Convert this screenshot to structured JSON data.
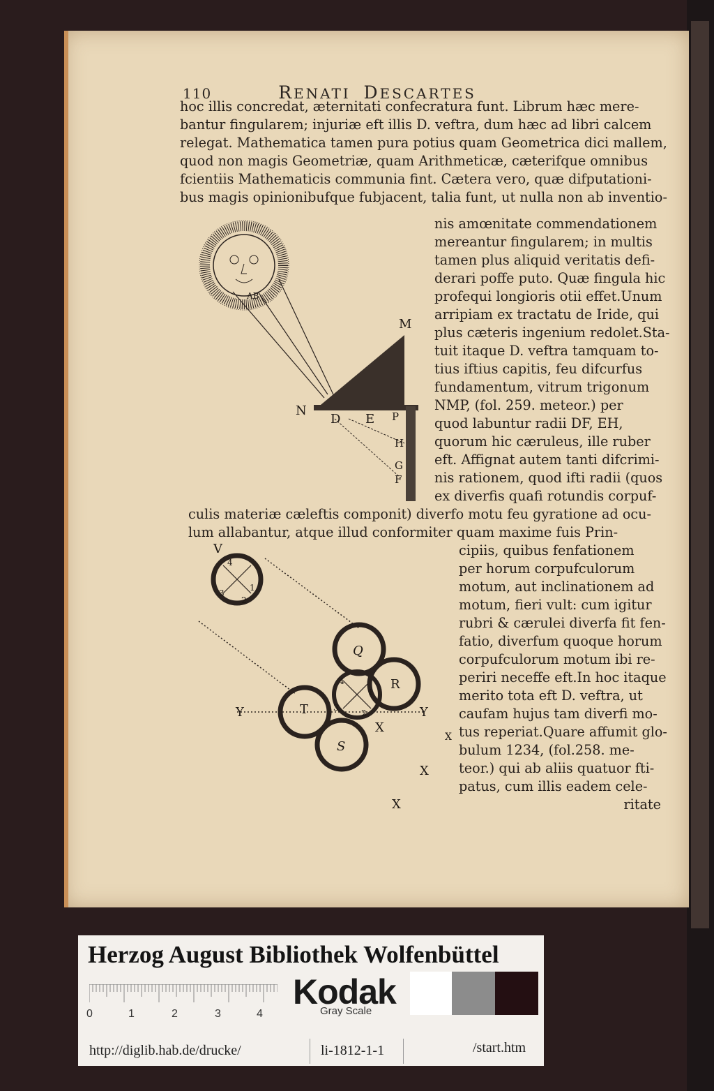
{
  "running_head": {
    "page_number": "110",
    "author_r": "R",
    "author_rest": "ENATI",
    "author_d": "D",
    "author_rest2": "ESCARTES"
  },
  "lines_full_top": [
    "hoc illis concredat, æternitati confecratura funt. Librum hæc mere-",
    "bantur fingularem; injuriæ eft illis D. veftra, dum hæc ad libri calcem",
    "relegat. Mathematica tamen pura potius quam Geometrica dici mallem,",
    "quod non magis Geometriæ, quam Arithmeticæ, cæterifque omnibus",
    "fcientiis Mathematicis communia fint. Cætera vero, quæ difputationi-",
    "bus magis opinionibufque fubjacent, talia funt, ut nulla non ab inventio-"
  ],
  "lines_col1": [
    "nis amœnitate commendationem",
    "mereantur fingularem; in multis",
    "tamen plus aliquid veritatis defi-",
    "derari poffe puto. Quæ fingula hic",
    "profequi longioris otii effet.Unum",
    "arripiam ex tractatu de Iride, qui",
    "plus cæteris ingenium redolet.Sta-",
    "tuit itaque D. veftra tamquam to-",
    "tius iftius capitis, feu difcurfus",
    "fundamentum, vitrum trigonum",
    "NMP, (fol. 259. meteor.) per",
    "quod labuntur radii DF, EH,",
    "quorum hic cæruleus, ille ruber",
    "eft. Affignat autem tanti difcrimi-",
    "nis rationem, quod ifti radii (quos",
    "ex diverfis quafi rotundis corpuf-"
  ],
  "lines_full_mid": [
    "culis materiæ cæleftis componit) diverfo motu feu gyratione ad ocu-",
    "lum allabantur, atque illud conformiter quam maxime fuis Prin-"
  ],
  "lines_col2": [
    "cipiis, quibus fenfationem",
    "per horum corpufculorum",
    "motum, aut inclinationem ad",
    "motum, fieri vult: cum igitur",
    "rubri & cærulei diverfa fit fen-",
    "fatio, diverfum quoque horum",
    "corpufculorum motum ibi re-",
    "periri neceffe eft.In hoc itaque",
    "merito tota eft D. veftra, ut",
    "caufam hujus tam diverfi mo-",
    "tus reperiat.Quare affumit glo-",
    "bulum 1234, (fol.258. me-",
    "teor.) qui ab aliis quatuor fti-",
    "patus, cum illis eadem cele-",
    "ritate"
  ],
  "fig1_labels": {
    "m": "M",
    "n": "N",
    "d": "D",
    "e": "E",
    "p": "P",
    "h": "H",
    "g": "G",
    "f": "F",
    "ab": "AB"
  },
  "fig2_labels": {
    "v": "V",
    "q": "Q",
    "r": "R",
    "t": "T",
    "s": "S",
    "y1": "Y",
    "y2": "Y",
    "x1": "X",
    "x2": "X",
    "x3": "X",
    "x4": "X",
    "n1": "1",
    "n2": "2",
    "n3": "3",
    "n4": "4",
    "m1": "1",
    "m2": "2",
    "m3": "3",
    "m4": "4"
  },
  "target": {
    "title": "Herzog August Bibliothek Wolfenbüttel",
    "brand": "Kodak",
    "gray_scale_label": "Gray Scale",
    "ruler_numbers": [
      "0",
      "1",
      "2",
      "3",
      "4"
    ],
    "url_left": "http://diglib.hab.de/drucke/",
    "url_mid": "li-1812-1-1",
    "url_right": "/start.htm",
    "swatches": [
      "#ffffff",
      "#8c8c8c",
      "#240f12"
    ]
  }
}
